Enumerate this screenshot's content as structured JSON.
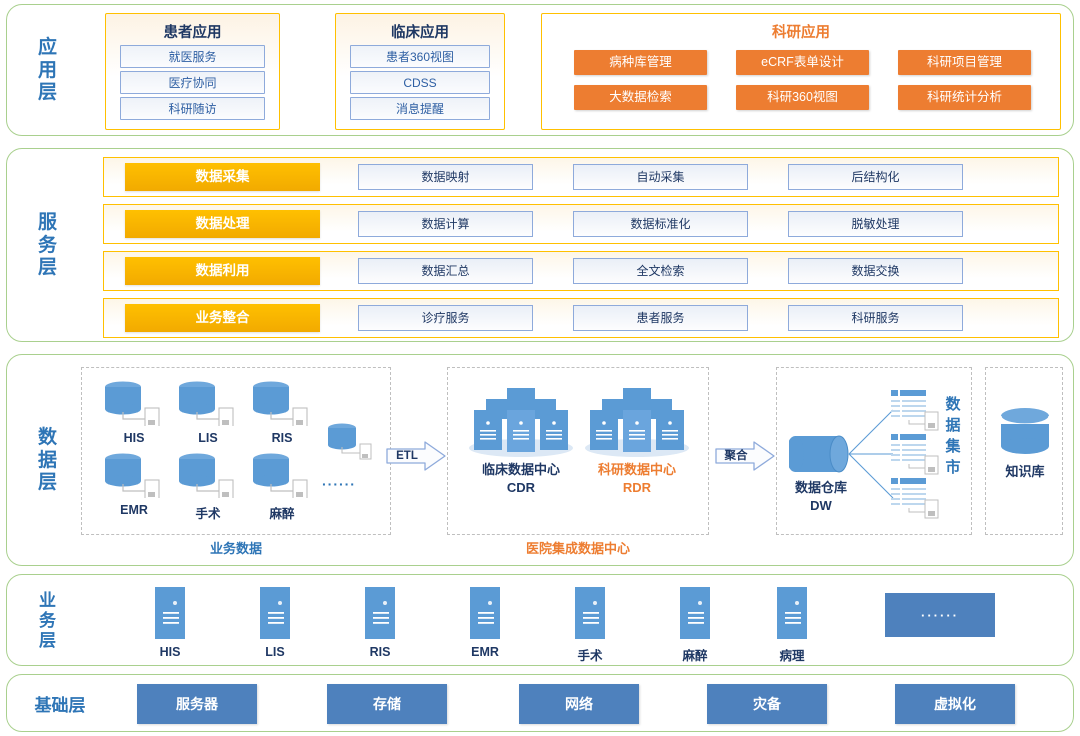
{
  "colors": {
    "layer_border": "#a9d08e",
    "app_group_border": "#ffc000",
    "accent_orange": "#ed7d31",
    "accent_yellow": "#ffc000",
    "accent_blue": "#4e81bd",
    "text_navy": "#1f3864",
    "label_blue": "#2e75b6"
  },
  "app_layer": {
    "label": [
      "应",
      "用",
      "层"
    ],
    "groups": [
      {
        "title": "患者应用",
        "title_color": "navy",
        "items": [
          "就医服务",
          "医疗协同",
          "科研随访"
        ]
      },
      {
        "title": "临床应用",
        "title_color": "navy",
        "items": [
          "患者360视图",
          "CDSS",
          "消息提醒"
        ]
      }
    ],
    "research_group": {
      "title": "科研应用",
      "items": [
        "病种库管理",
        "eCRF表单设计",
        "科研项目管理",
        "大数据检索",
        "科研360视图",
        "科研统计分析"
      ]
    }
  },
  "service_layer": {
    "label": [
      "服",
      "务",
      "层"
    ],
    "rows": [
      {
        "head": "数据采集",
        "cells": [
          "数据映射",
          "自动采集",
          "后结构化"
        ]
      },
      {
        "head": "数据处理",
        "cells": [
          "数据计算",
          "数据标准化",
          "脱敏处理"
        ]
      },
      {
        "head": "数据利用",
        "cells": [
          "数据汇总",
          "全文检索",
          "数据交换"
        ]
      },
      {
        "head": "业务整合",
        "cells": [
          "诊疗服务",
          "患者服务",
          "科研服务"
        ]
      }
    ]
  },
  "data_layer": {
    "label": [
      "数",
      "据",
      "层"
    ],
    "business_data": {
      "caption": "业务数据",
      "caption_color": "#2e75b6",
      "databases": [
        "HIS",
        "LIS",
        "RIS",
        "EMR",
        "手术",
        "麻醉"
      ],
      "extra_db_dots": "······"
    },
    "etl_arrow": "ETL",
    "integrated_center": {
      "caption": "医院集成数据中心",
      "caption_color": "#ed7d31",
      "nodes": [
        {
          "name": "临床数据中心",
          "code": "CDR",
          "color": "#1f3864"
        },
        {
          "name": "科研数据中心",
          "code": "RDR",
          "color": "#ed7d31"
        }
      ]
    },
    "aggregate_arrow": "聚合",
    "warehouse": {
      "name": "数据仓库",
      "code": "DW",
      "mart_label": [
        "数",
        "据",
        "集",
        "市"
      ],
      "mart_count": 3
    },
    "knowledge_base": {
      "label": "知识库"
    }
  },
  "business_layer": {
    "label": [
      "业",
      "务",
      "层"
    ],
    "systems": [
      "HIS",
      "LIS",
      "RIS",
      "EMR",
      "手术",
      "麻醉",
      "病理"
    ],
    "more": "······"
  },
  "foundation_layer": {
    "label": "基础层",
    "items": [
      "服务器",
      "存储",
      "网络",
      "灾备",
      "虚拟化"
    ]
  }
}
